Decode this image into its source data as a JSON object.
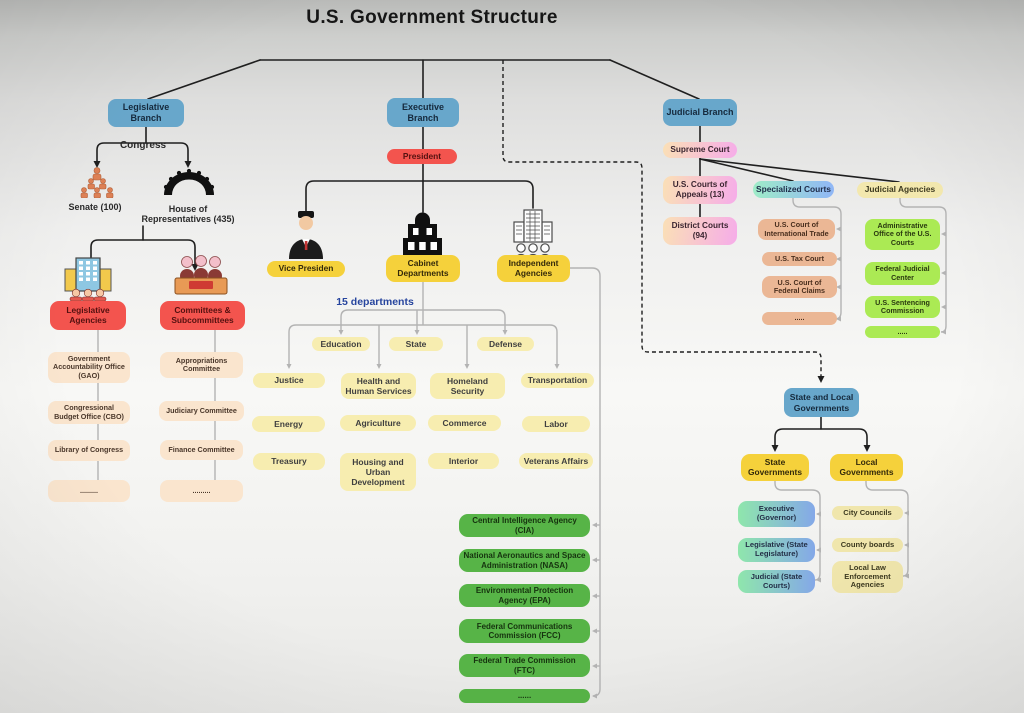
{
  "title": "U.S. Government Structure",
  "legislative": {
    "branch": "Legislative Branch",
    "congress": "Congress",
    "senate": "Senate (100)",
    "house": "House of Representatives (435)",
    "agencies": {
      "title": "Legislative Agencies",
      "items": [
        "Government Accountability Office (GAO)",
        "Congressional Budget Office (CBO)",
        "Library of Congress",
        "........."
      ]
    },
    "committees": {
      "title": "Committees & Subcommittees",
      "items": [
        "Appropriations Committee",
        "Judiciary Committee",
        "Finance Committee",
        "........."
      ]
    }
  },
  "executive": {
    "branch": "Executive Branch",
    "president": "President",
    "vice_president": "Vice Presiden",
    "cabinet": "Cabinet Departments",
    "independent": "Independent Agencies",
    "departments_note": "15 departments",
    "departments": [
      "Education",
      "State",
      "Defense",
      "Justice",
      "Health and Human Services",
      "Homeland Security",
      "Transportation",
      "Energy",
      "Agriculture",
      "Commerce",
      "Labor",
      "Treasury",
      "Housing and Urban Development",
      "Interior",
      "Veterans Affairs"
    ],
    "independent_agencies": [
      "Central Intelligence Agency (CIA)",
      "National Aeronautics and Space Administration (NASA)",
      "Environmental Protection Agency (EPA)",
      "Federal Communications Commission (FCC)",
      "Federal Trade Commission (FTC)",
      "......"
    ]
  },
  "judicial": {
    "branch": "Judicial Branch",
    "supreme_court": "Supreme Court",
    "appeals": "U.S. Courts of Appeals (13)",
    "district": "District Courts (94)",
    "specialized": {
      "title": "Specialized Courts",
      "items": [
        "U.S. Court of International Trade",
        "U.S. Tax Court",
        "U.S. Court of Federal Claims",
        "....."
      ]
    },
    "agencies": {
      "title": "Judicial Agencies",
      "items": [
        "Administrative Office of the U.S. Courts",
        "Federal Judicial Center",
        "U.S. Sentencing Commission",
        "....."
      ]
    }
  },
  "state_local": {
    "title": "State and Local Governments",
    "state": {
      "title": "State Governments",
      "items": [
        "Executive (Governor)",
        "Legislative (State Legislature)",
        "Judicial (State Courts)"
      ]
    },
    "local": {
      "title": "Local Governments",
      "items": [
        "City Councils",
        "County boards",
        "Local Law Enforcement Agencies"
      ]
    }
  },
  "colors": {
    "branch_blue": "#68a7cb",
    "red": "#f3544e",
    "yellow": "#f5d13b",
    "pale_yellow": "#f7edb0",
    "peach": "#fae5ce",
    "green": "#57b447",
    "lime_green": "#abea54",
    "tan": "#ebb795",
    "note_blue": "#27459e"
  }
}
